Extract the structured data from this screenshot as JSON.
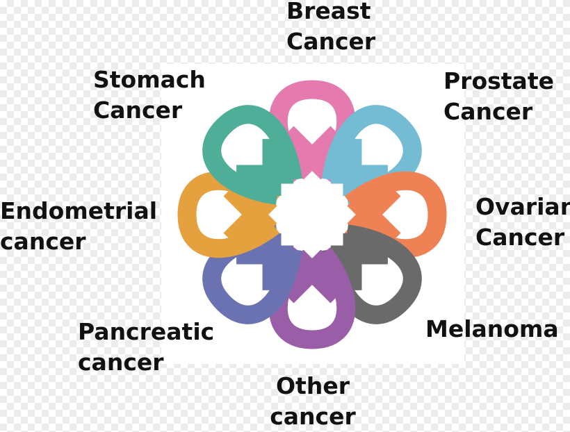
{
  "ribbons": [
    {
      "key": "breast",
      "angle": 0,
      "color": "#e57aae",
      "lines": [
        "Breast",
        "Cancer"
      ]
    },
    {
      "key": "prostate",
      "angle": 45,
      "color": "#74bcd4",
      "lines": [
        "Prostate",
        "Cancer"
      ]
    },
    {
      "key": "ovarian",
      "angle": 90,
      "color": "#ef8254",
      "lines": [
        "Ovarian",
        "Cancer"
      ]
    },
    {
      "key": "melanoma",
      "angle": 135,
      "color": "#6a6a6a",
      "lines": [
        "Melanoma"
      ]
    },
    {
      "key": "other",
      "angle": 180,
      "color": "#9a5ea8",
      "lines": [
        "Other",
        "cancer"
      ]
    },
    {
      "key": "pancreatic",
      "angle": 225,
      "color": "#6b72b2",
      "lines": [
        "Pancreatic",
        "cancer"
      ]
    },
    {
      "key": "endometrial",
      "angle": 270,
      "color": "#e5a13e",
      "lines": [
        "Endometrial",
        "cancer"
      ]
    },
    {
      "key": "stomach",
      "angle": 315,
      "color": "#4fae98",
      "lines": [
        "Stomach",
        "Cancer"
      ]
    }
  ]
}
